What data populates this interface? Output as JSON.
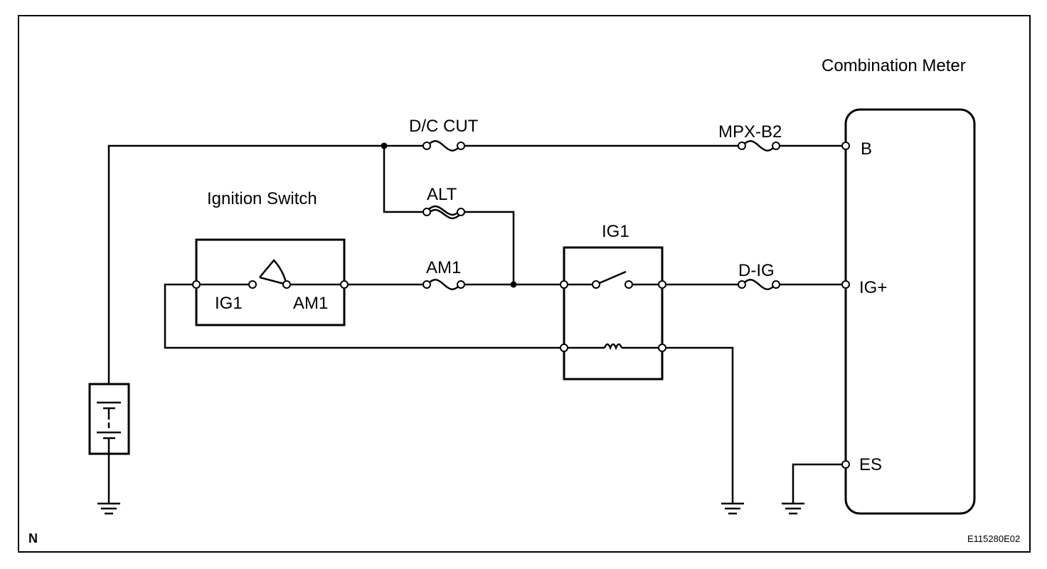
{
  "labels": {
    "combination_meter": "Combination Meter",
    "ignition_switch": "Ignition Switch",
    "fuse_dc_cut": "D/C CUT",
    "fuse_mpx_b2": "MPX-B2",
    "fuse_alt": "ALT",
    "fuse_am1": "AM1",
    "fuse_d_ig": "D-IG",
    "relay_ig1": "IG1",
    "switch_terminal_ig1": "IG1",
    "switch_terminal_am1": "AM1",
    "meter_pin_b": "B",
    "meter_pin_ig": "IG+",
    "meter_pin_es": "ES",
    "corner_mark": "N",
    "figure_code": "E115280E02"
  }
}
